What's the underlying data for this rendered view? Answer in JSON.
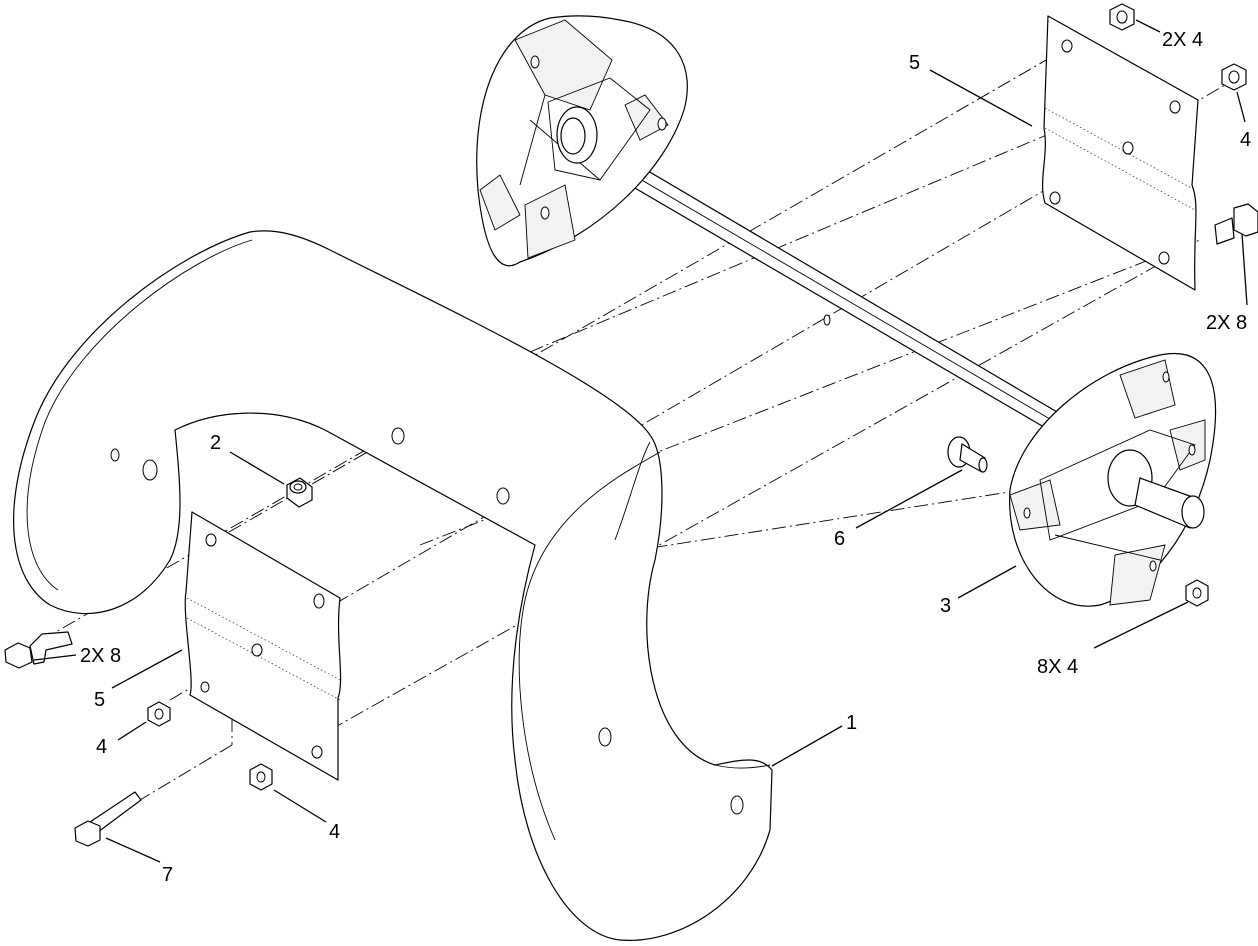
{
  "callouts": {
    "c1": "1",
    "c2": "2",
    "c3": "3",
    "c4_left_nut": "4",
    "c4_bottom_nut": "4",
    "c4_right_nut": "4",
    "c2x4_top_nut": "2X 4",
    "c5_left_plate": "5",
    "c5_right_plate": "5",
    "c6": "6",
    "c7": "7",
    "c8x4_hub_nut": "8X 4",
    "c2x8_left_bolt": "2X 8",
    "c2x8_right_bolt": "2X 8"
  }
}
